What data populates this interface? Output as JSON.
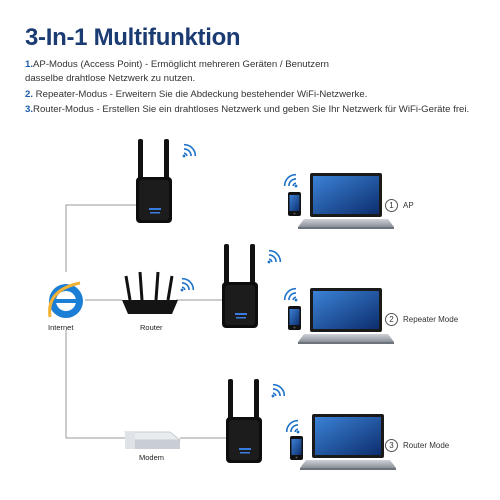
{
  "title": "3-In-1 Multifunktion",
  "features": [
    {
      "num": "1.",
      "line1": "AP-Modus (Access Point) - Ermöglicht mehreren Geräten / Benutzern",
      "line2": "dasselbe drahtlose Netzwerk zu nutzen."
    },
    {
      "num": "2.",
      "line1": " Repeater-Modus - Erweitern Sie die Abdeckung bestehender WiFi-Netzwerke."
    },
    {
      "num": "3.",
      "line1": "Router-Modus - Erstellen Sie ein drahtloses Netzwerk und geben Sie Ihr Netzwerk für WiFi-Geräte frei."
    }
  ],
  "labels": {
    "internet": "Internet",
    "router": "Router",
    "modem": "Modem"
  },
  "modes": [
    {
      "num": "1",
      "label": "AP"
    },
    {
      "num": "2",
      "label": "Repeater Mode"
    },
    {
      "num": "3",
      "label": "Router Mode"
    }
  ],
  "colors": {
    "title": "#1b3b73",
    "number": "#1a5da8",
    "wifi": "#1e73c8",
    "line": "#9a9a9a",
    "device": "#111111"
  }
}
